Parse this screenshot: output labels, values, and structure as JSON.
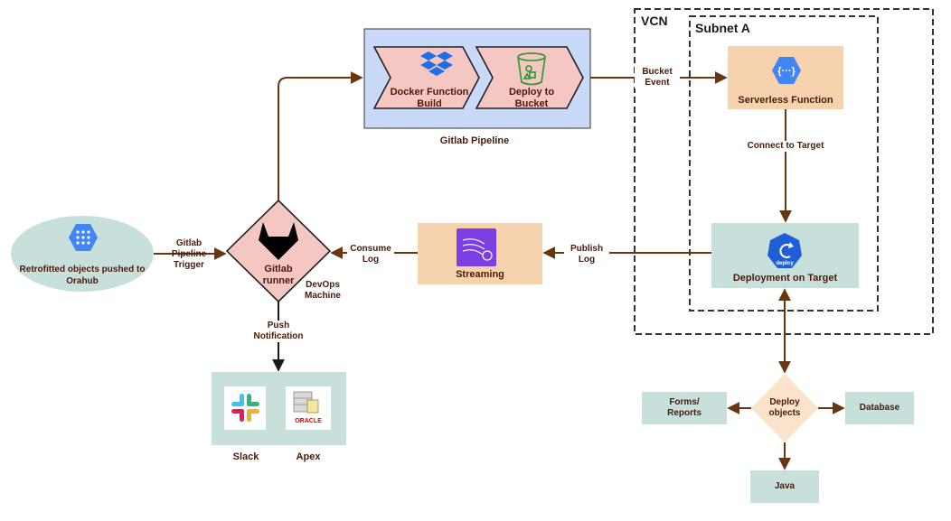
{
  "vcn": {
    "title": "VCN"
  },
  "subnet": {
    "title": "Subnet A"
  },
  "source": {
    "label": "Retrofitted objects pushed to Orahub"
  },
  "trigger": {
    "label_1": "Gitlab",
    "label_2": "Pipeline",
    "label_3": "Trigger"
  },
  "runner": {
    "label_1": "Gitlab",
    "label_2": "runner",
    "machine_1": "DevOps",
    "machine_2": "Machine"
  },
  "pipeline": {
    "title": "Gitlab Pipeline",
    "stage1": "Docker Function Build",
    "stage2": "Deploy to Bucket"
  },
  "bucket_event": {
    "line1": "Bucket",
    "line2": "Event"
  },
  "serverless": {
    "label": "Serverless Function"
  },
  "connect": {
    "label": "Connect to Target"
  },
  "deployment": {
    "label": "Deployment on Target",
    "icon_text": "deploy"
  },
  "publish_log": {
    "line1": "Publish",
    "line2": "Log"
  },
  "streaming": {
    "label": "Streaming"
  },
  "consume_log": {
    "line1": "Consume",
    "line2": "Log"
  },
  "push": {
    "line1": "Push",
    "line2": "Notification"
  },
  "notify": {
    "slack": "Slack",
    "apex": "Apex",
    "oracle_logo": "ORACLE"
  },
  "deploy_objects": {
    "line1": "Deploy",
    "line2": "objects"
  },
  "targets": {
    "forms_1": "Forms/",
    "forms_2": "Reports",
    "database": "Database",
    "java": "Java"
  },
  "colors": {
    "arrow": "#6b3510",
    "pipeline_bg": "#c9daf8",
    "stage_bg": "#f4c7c3",
    "serverless_bg": "#f6d3ad",
    "teal_bg": "#c8e0db",
    "diamond_runner": "#f4c7c3",
    "diamond_deploy": "#fbe3cc",
    "google_blue": "#4285f4"
  }
}
